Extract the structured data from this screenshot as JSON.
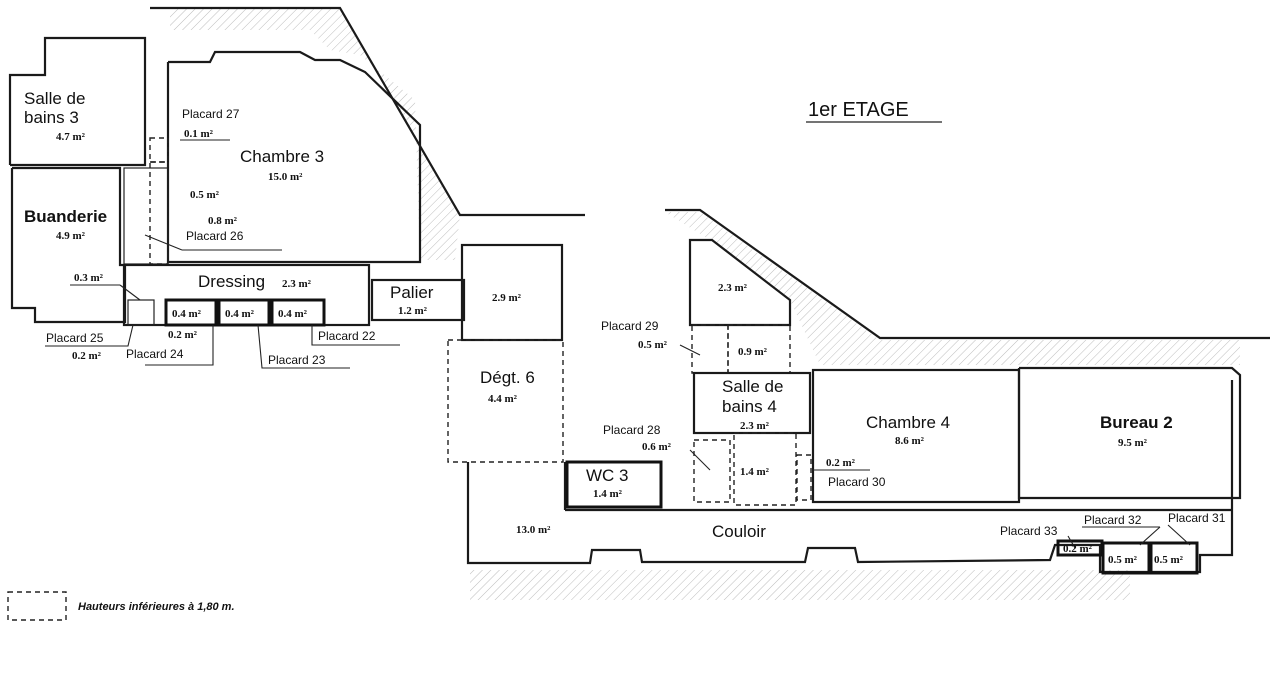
{
  "title": "1er ETAGE",
  "legend": "Hauteurs inférieures à 1,80 m.",
  "rooms": {
    "salle_de_bains_3": {
      "name_l1": "Salle de",
      "name_l2": "bains 3",
      "area": "4.7 m²"
    },
    "chambre_3": {
      "name": "Chambre 3",
      "area": "15.0 m²"
    },
    "buanderie": {
      "name": "Buanderie",
      "area": "4.9 m²"
    },
    "dressing": {
      "name": "Dressing",
      "area": "2.3 m²"
    },
    "palier": {
      "name": "Palier",
      "area": "1.2 m²"
    },
    "room_29": {
      "area": "2.9 m²"
    },
    "room_23": {
      "area": "2.3 m²"
    },
    "degt_6": {
      "name": "Dégt. 6",
      "area": "4.4 m²"
    },
    "salle_de_bains_4": {
      "name_l1": "Salle de",
      "name_l2": "bains 4",
      "area": "2.3 m²"
    },
    "chambre_4": {
      "name": "Chambre 4",
      "area": "8.6 m²"
    },
    "bureau_2": {
      "name": "Bureau 2",
      "area": "9.5 m²"
    },
    "wc_3": {
      "name": "WC 3",
      "area": "1.4 m²"
    },
    "couloir": {
      "name": "Couloir",
      "area": "13.0 m²"
    }
  },
  "placards": {
    "p27": {
      "label": "Placard 27",
      "area": "0.1 m²"
    },
    "p26": {
      "label": "Placard 26",
      "area_a": "0.5 m²",
      "area_b": "0.8 m²"
    },
    "p25": {
      "label": "Placard 25",
      "area": "0.2 m²",
      "area_top": "0.3 m²"
    },
    "p24": {
      "label": "Placard 24",
      "area": "0.2 m²"
    },
    "p23": {
      "label": "Placard 23",
      "area": "0.4 m²"
    },
    "p22": {
      "label": "Placard 22",
      "area": "0.4 m²"
    },
    "p_mid": {
      "area": "0.4 m²"
    },
    "p29": {
      "label": "Placard 29",
      "area": "0.5 m²",
      "area_right": "0.9 m²"
    },
    "p28": {
      "label": "Placard 28",
      "area": "0.6 m²",
      "area_right": "1.4 m²"
    },
    "p30": {
      "label": "Placard 30",
      "area": "0.2 m²"
    },
    "p33": {
      "label": "Placard 33",
      "area": "0.2 m²"
    },
    "p32": {
      "label": "Placard 32",
      "area": "0.5 m²"
    },
    "p31": {
      "label": "Placard 31",
      "area": "0.5 m²"
    }
  }
}
